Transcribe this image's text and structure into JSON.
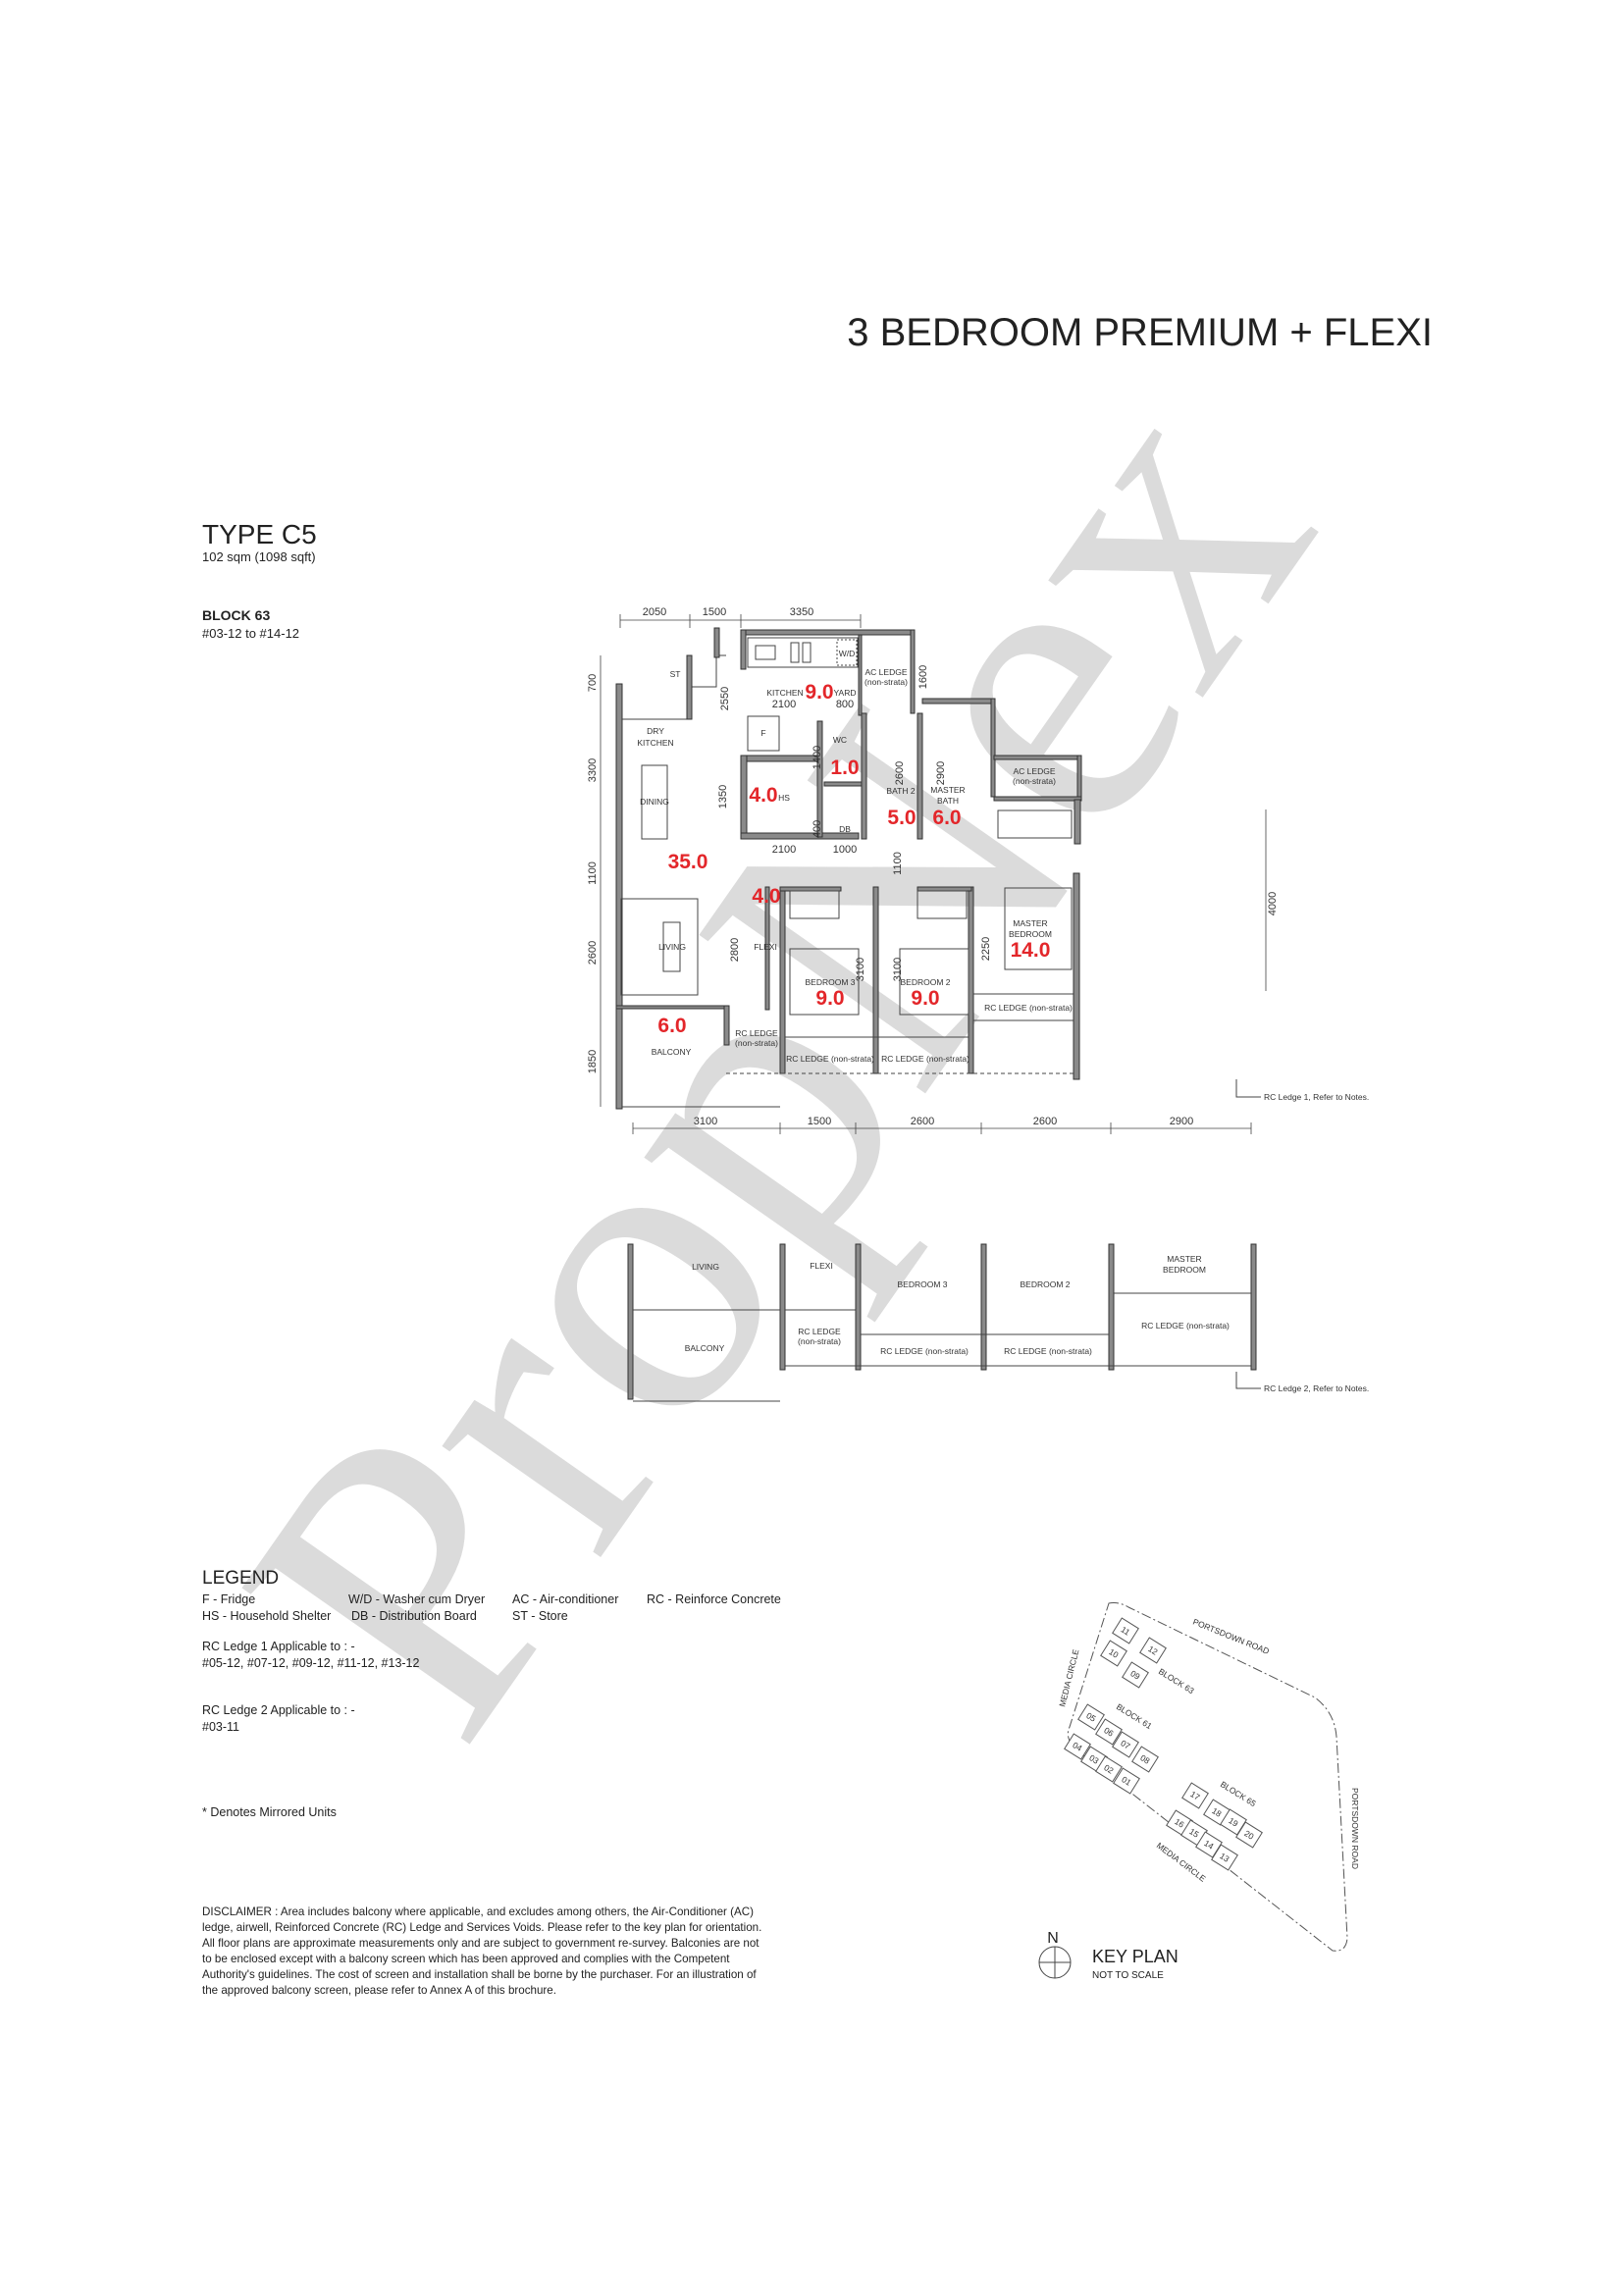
{
  "title": "3 BEDROOM PREMIUM + FLEXI",
  "unit": {
    "type": "TYPE C5",
    "area": "102 sqm (1098 sqft)",
    "block": "BLOCK 63",
    "units": "#03-12 to #14-12"
  },
  "watermark": "PropNex",
  "plan": {
    "rooms": {
      "st": "ST",
      "dry_kitchen_1": "DRY",
      "dry_kitchen_2": "KITCHEN",
      "dining": "DINING",
      "kitchen": "KITCHEN",
      "kitchen_dim": "2100",
      "yard": "YARD",
      "yard_dim": "800",
      "wd": "W/D",
      "ac_ledge_top": "AC LEDGE",
      "ac_ledge_top_sub": "(non-strata)",
      "f": "F",
      "wc": "WC",
      "hs": "HS",
      "db": "DB",
      "bath2": "BATH 2",
      "master_bath_1": "MASTER",
      "master_bath_2": "BATH",
      "ac_ledge_right": "AC LEDGE",
      "ac_ledge_right_sub": "(non-strata)",
      "living": "LIVING",
      "flexi": "FLEXI",
      "bedroom3": "BEDROOM 3",
      "bedroom2": "BEDROOM 2",
      "master_bedroom_1": "MASTER",
      "master_bedroom_2": "BEDROOM",
      "balcony": "BALCONY",
      "rc_ledge_flexi": "RC LEDGE",
      "rc_ledge_flexi_sub": "(non-strata)",
      "rc_ledge_b3": "RC LEDGE (non-strata)",
      "rc_ledge_b2": "RC LEDGE (non-strata)",
      "rc_ledge_master": "RC LEDGE (non-strata)"
    },
    "areas": {
      "kitchen": "9.0",
      "wc": "1.0",
      "hs": "4.0",
      "bath2": "5.0",
      "master_bath": "6.0",
      "living_dining": "35.0",
      "flexi": "4.0",
      "master_bedroom": "14.0",
      "bedroom3": "9.0",
      "bedroom2": "9.0",
      "balcony": "6.0"
    },
    "dims_top": [
      "2050",
      "1500",
      "3350"
    ],
    "dims_bottom": [
      "3100",
      "1500",
      "2600",
      "2600",
      "2900"
    ],
    "dims_left": [
      "700",
      "3300",
      "1100",
      "2600",
      "1850"
    ],
    "dims_inner": {
      "d2550": "2550",
      "d1350": "1350",
      "d1400": "1400",
      "d400": "400",
      "d2100": "2100",
      "d1000": "1000",
      "d1600": "1600",
      "d2600": "2600",
      "d2900": "2900",
      "d1100": "1100",
      "d2800": "2800",
      "d3100a": "3100",
      "d3100b": "3100",
      "d2250": "2250",
      "d4000": "4000"
    },
    "note1": "RC Ledge 1, Refer to Notes."
  },
  "section": {
    "living": "LIVING",
    "flexi": "FLEXI",
    "bedroom3": "BEDROOM 3",
    "bedroom2": "BEDROOM 2",
    "master_1": "MASTER",
    "master_2": "BEDROOM",
    "balcony": "BALCONY",
    "rc_flexi": "RC LEDGE",
    "rc_flexi_sub": "(non-strata)",
    "rc_b3": "RC LEDGE (non-strata)",
    "rc_b2": "RC LEDGE (non-strata)",
    "rc_master": "RC LEDGE (non-strata)",
    "note2": "RC Ledge 2, Refer to Notes."
  },
  "legend": {
    "heading": "LEGEND",
    "items": [
      "F - Fridge",
      "W/D - Washer cum Dryer",
      "AC - Air-conditioner",
      "RC - Reinforce Concrete",
      "HS - Household Shelter",
      "DB - Distribution Board",
      "ST - Store"
    ],
    "rc1_title": "RC Ledge 1 Applicable to : -",
    "rc1_units": "#05-12, #07-12, #09-12, #11-12, #13-12",
    "rc2_title": "RC Ledge 2 Applicable to : -",
    "rc2_units": "#03-11",
    "mirrored": "* Denotes Mirrored Units"
  },
  "disclaimer": [
    "DISCLAIMER : Area includes balcony where applicable, and excludes among others, the Air-Conditioner (AC)",
    "ledge, airwell, Reinforced Concrete (RC) Ledge and Services Voids. Please refer to the key plan for orientation.",
    "All floor plans are approximate measurements only and are subject to government re-survey. Balconies are not",
    "to be enclosed except with a balcony screen which has been approved and complies with the Competent",
    "Authority's guidelines. The cost of screen and installation shall be borne by the purchaser. For an illustration of",
    "the approved balcony screen, please refer to Annex A of this brochure."
  ],
  "key_plan": {
    "title": "KEY PLAN",
    "subtitle": "NOT TO SCALE",
    "north": "N",
    "roads": {
      "top": "PORTSDOWN ROAD",
      "right": "PORTSDOWN ROAD",
      "left": "MEDIA CIRCLE",
      "bottom": "MEDIA CIRCLE"
    },
    "blocks": {
      "b63": "BLOCK 63",
      "b61": "BLOCK 61",
      "b65": "BLOCK 65"
    },
    "units": [
      "11",
      "12",
      "10",
      "09",
      "05",
      "06",
      "07",
      "08",
      "04",
      "03",
      "02",
      "01",
      "17",
      "18",
      "19",
      "20",
      "16",
      "15",
      "14",
      "13"
    ],
    "highlight_unit": "12",
    "highlight_color": "#9a9a9a"
  },
  "colors": {
    "area_label": "#e3262a",
    "watermark": "#cfcfcf"
  }
}
